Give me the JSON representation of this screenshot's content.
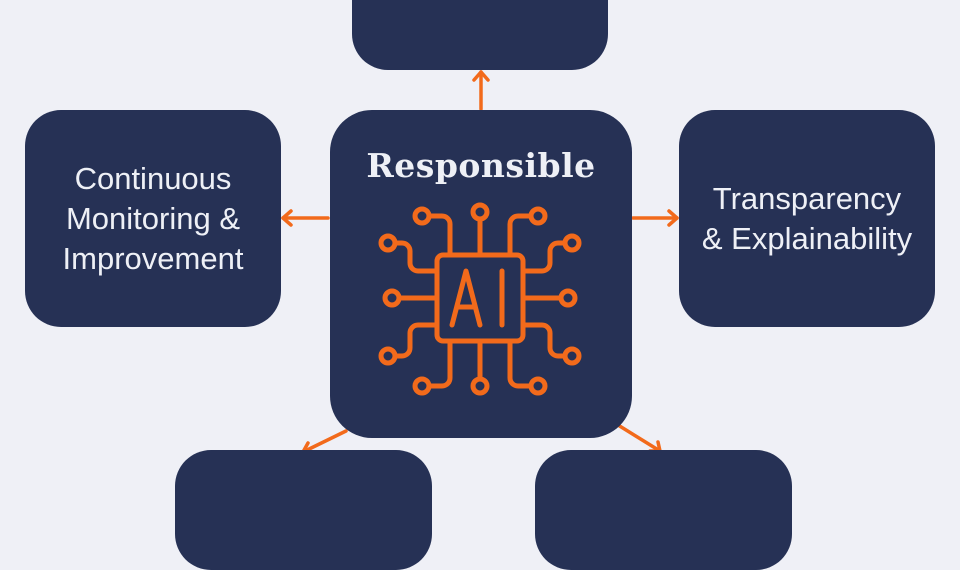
{
  "diagram": {
    "center": {
      "title": "Responsible",
      "icon_label": "AI",
      "icon": "ai-chip-icon"
    },
    "nodes": {
      "top": {
        "label": ""
      },
      "left": {
        "label": "Continuous\nMonitoring &\nImprovement"
      },
      "right": {
        "label": "Transparency\n& Explainability"
      },
      "bottom_left": {
        "label": ""
      },
      "bottom_right": {
        "label": ""
      }
    },
    "edges": [
      {
        "from": "center",
        "to": "top"
      },
      {
        "from": "center",
        "to": "left"
      },
      {
        "from": "center",
        "to": "right"
      },
      {
        "from": "center",
        "to": "bottom_left"
      },
      {
        "from": "center",
        "to": "bottom_right"
      }
    ]
  },
  "colors": {
    "background": "#eff0f6",
    "box": "#263155",
    "accent": "#f26a1b",
    "text": "#eef0f6"
  }
}
